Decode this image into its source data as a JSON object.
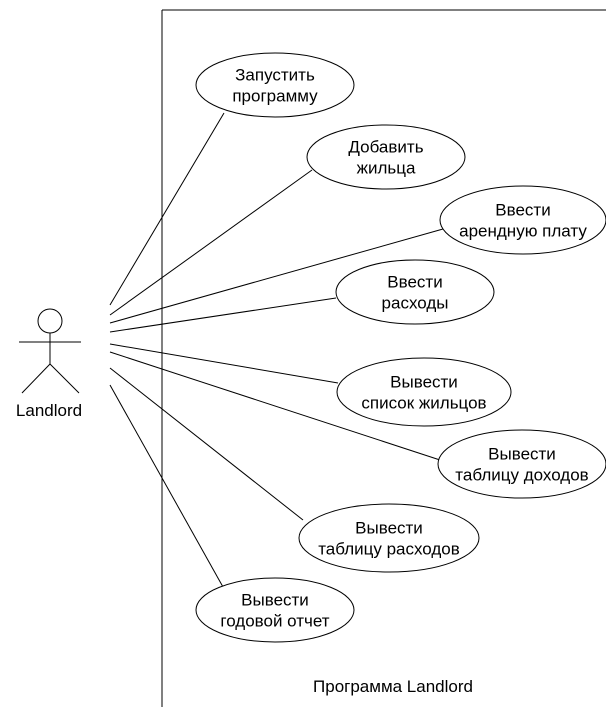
{
  "actor": {
    "name": "Landlord"
  },
  "system": {
    "label": "Программа Landlord"
  },
  "use_cases": [
    {
      "lines": [
        "Запустить",
        "программу"
      ]
    },
    {
      "lines": [
        "Добавить",
        "жильца"
      ]
    },
    {
      "lines": [
        "Ввести",
        "арендную плату"
      ]
    },
    {
      "lines": [
        "Ввести",
        "расходы"
      ]
    },
    {
      "lines": [
        "Вывести",
        "список жильцов"
      ]
    },
    {
      "lines": [
        "Вывести",
        "таблицу доходов"
      ]
    },
    {
      "lines": [
        "Вывести",
        "таблицу расходов"
      ]
    },
    {
      "lines": [
        "Вывести",
        "годовой отчет"
      ]
    }
  ]
}
